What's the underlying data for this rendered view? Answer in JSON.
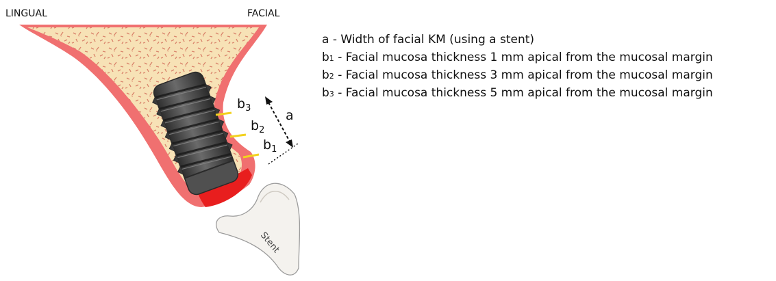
{
  "labels": {
    "lingual": "LINGUAL",
    "facial": "FACIAL",
    "stent": "Stent",
    "a": "a",
    "b1": "b",
    "b1_sub": "1",
    "b2": "b",
    "b2_sub": "2",
    "b3": "b",
    "b3_sub": "3"
  },
  "legend": [
    {
      "key": "a",
      "sub": "",
      "text": " - Width of facial KM (using a stent)"
    },
    {
      "key": "b",
      "sub": "1",
      "text": " - Facial mucosa thickness 1 mm apical from the mucosal margin"
    },
    {
      "key": "b",
      "sub": "2",
      "text": " - Facial mucosa thickness 3 mm apical from the mucosal margin"
    },
    {
      "key": "b",
      "sub": "3",
      "text": " - Facial mucosa thickness 5 mm apical from the mucosal margin"
    }
  ],
  "colors": {
    "mucosa": "#f07070",
    "bone": "#f7e2b6",
    "bone_speckle": "#d9826a",
    "implant": "#4a4a4a",
    "measure_line": "#f2d21e",
    "margin": "#e81e1e",
    "stent": "#f4f2ee"
  }
}
